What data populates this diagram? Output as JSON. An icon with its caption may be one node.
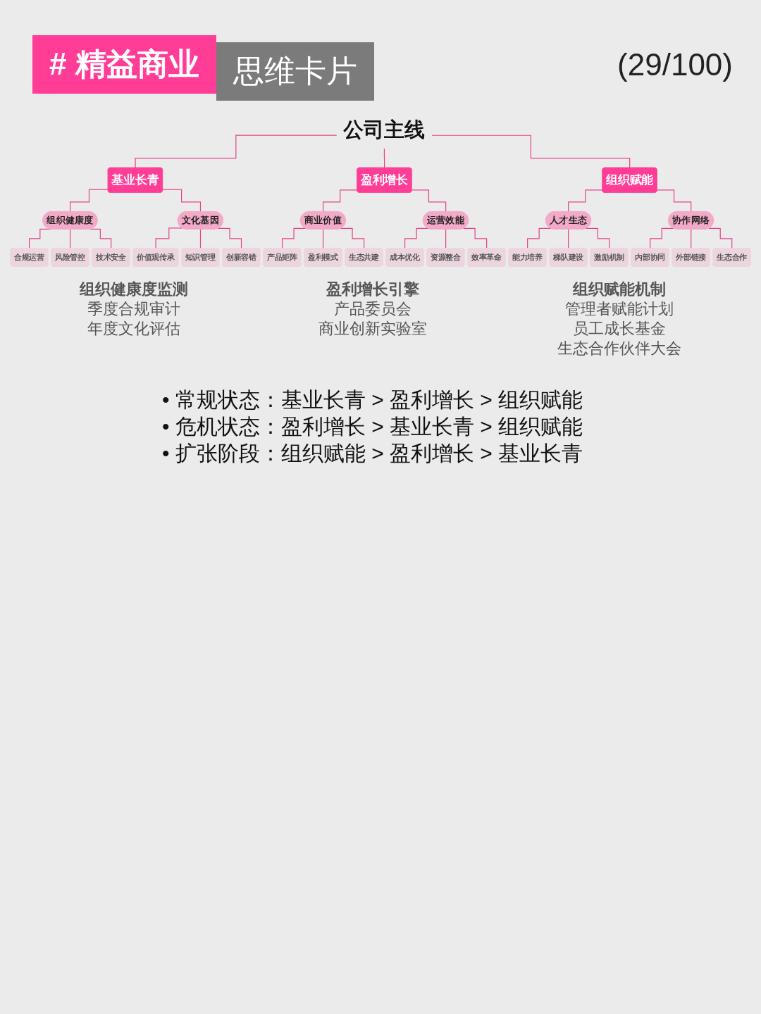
{
  "diagram": {
    "nodes": [
      {
        "text": [
          "公司主线"
        ]
      },
      {
        "text": [
          "基业长青"
        ]
      },
      {
        "text": [
          "盈利增长"
        ]
      },
      {
        "text": [
          "组织赋能"
        ]
      },
      {
        "text": [
          "组织健康度"
        ]
      },
      {
        "text": [
          "文化基因"
        ]
      },
      {
        "text": [
          "商业价值"
        ]
      },
      {
        "text": [
          "运营效能"
        ]
      },
      {
        "text": [
          "人才生态"
        ]
      },
      {
        "text": [
          "协作网络"
        ]
      },
      {
        "text": [
          "合规运营"
        ]
      },
      {
        "text": [
          "风险管控"
        ]
      },
      {
        "text": [
          "技术安全"
        ]
      },
      {
        "text": [
          "价值观传承"
        ]
      },
      {
        "text": [
          "知识管理"
        ]
      },
      {
        "text": [
          "创新容错"
        ]
      },
      {
        "text": [
          "产品矩阵"
        ]
      },
      {
        "text": [
          "盈利模式"
        ]
      },
      {
        "text": [
          "生态共建"
        ]
      },
      {
        "text": [
          "成本优化"
        ]
      },
      {
        "text": [
          "资源整合"
        ]
      },
      {
        "text": [
          "效率革命"
        ]
      },
      {
        "text": [
          "能力培养"
        ]
      },
      {
        "text": [
          "梯队建设"
        ]
      },
      {
        "text": [
          "激励机制"
        ]
      },
      {
        "text": [
          "内部协同"
        ]
      },
      {
        "text": [
          "外部链接"
        ]
      },
      {
        "text": [
          "生态合作"
        ]
      }
    ],
    "edges": [
      {
        "from": 0,
        "to": 1,
        "arrow": "none"
      },
      {
        "from": 0,
        "to": 2,
        "arrow": "none"
      },
      {
        "from": 0,
        "to": 3,
        "arrow": "none"
      },
      {
        "from": 1,
        "to": 4,
        "arrow": "none"
      },
      {
        "from": 1,
        "to": 5,
        "arrow": "none"
      },
      {
        "from": 2,
        "to": 6,
        "arrow": "none"
      },
      {
        "from": 2,
        "to": 7,
        "arrow": "none"
      },
      {
        "from": 3,
        "to": 8,
        "arrow": "none"
      },
      {
        "from": 3,
        "to": 9,
        "arrow": "none"
      },
      {
        "from": 4,
        "to": 10,
        "arrow": "none"
      },
      {
        "from": 4,
        "to": 11,
        "arrow": "none"
      },
      {
        "from": 4,
        "to": 12,
        "arrow": "none"
      },
      {
        "from": 5,
        "to": 13,
        "arrow": "none"
      },
      {
        "from": 5,
        "to": 14,
        "arrow": "none"
      },
      {
        "from": 5,
        "to": 15,
        "arrow": "none"
      },
      {
        "from": 6,
        "to": 16,
        "arrow": "none"
      },
      {
        "from": 6,
        "to": 17,
        "arrow": "none"
      },
      {
        "from": 6,
        "to": 18,
        "arrow": "none"
      },
      {
        "from": 7,
        "to": 19,
        "arrow": "none"
      },
      {
        "from": 7,
        "to": 20,
        "arrow": "none"
      },
      {
        "from": 7,
        "to": 21,
        "arrow": "none"
      },
      {
        "from": 8,
        "to": 22,
        "arrow": "none"
      },
      {
        "from": 8,
        "to": 23,
        "arrow": "none"
      },
      {
        "from": 8,
        "to": 24,
        "arrow": "none"
      },
      {
        "from": 9,
        "to": 25,
        "arrow": "none"
      },
      {
        "from": 9,
        "to": 26,
        "arrow": "none"
      },
      {
        "from": 9,
        "to": 27,
        "arrow": "none"
      }
    ],
    "labels": [
      "# 精益商业",
      "思维卡片",
      "(29/100)",
      "组织健康度监测",
      "季度合规审计",
      "年度文化评估",
      "盈利增长引擎",
      "产品委员会",
      "商业创新实验室",
      "组织赋能机制",
      "管理者赋能计划",
      "员工成长基金",
      "生态合作伙伴大会",
      "• 常规状态：基业长青 > 盈利增长 > 组织赋能",
      "• 危机状态：盈利增长 > 基业长青 > 组织赋能",
      "• 扩张阶段：组织赋能 > 盈利增长 > 基业长青"
    ]
  }
}
